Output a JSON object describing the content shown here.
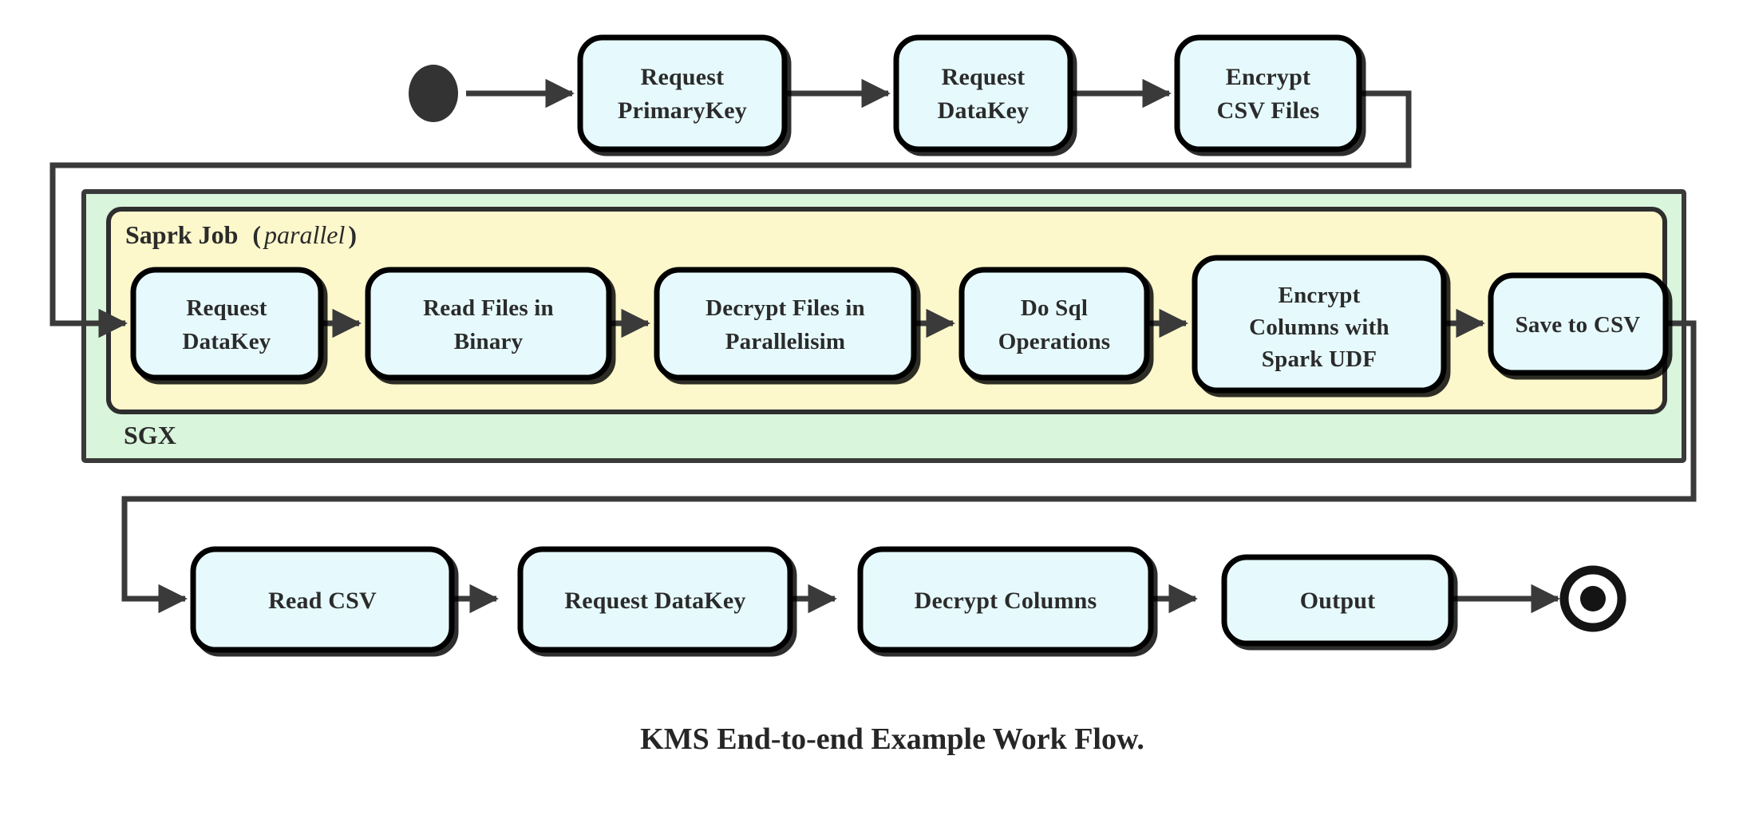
{
  "diagram": {
    "caption": "KMS End-to-end Example Work Flow.",
    "colors": {
      "node_fill": "#e6fafd",
      "node_stroke": "#000000",
      "sgx_fill": "#d9f5dc",
      "sgx_stroke": "#3a3a3a",
      "spark_fill": "#fcf8cc",
      "spark_stroke": "#3a3a3a",
      "edge": "#3a3a3a",
      "text": "#2b2b2b",
      "page_background": "#ffffff"
    },
    "start_node": {
      "name": "start",
      "shape": "filled-circle"
    },
    "end_node": {
      "name": "end",
      "shape": "double-circle-filled"
    },
    "groups": [
      {
        "id": "sgx",
        "label": "SGX",
        "fill": "#d9f5dc"
      },
      {
        "id": "spark",
        "label_bold": "Saprk Job",
        "label_italic": "parallel",
        "label_paren_open": "(",
        "label_paren_close": ")",
        "fill": "#fcf8cc"
      }
    ],
    "rows": {
      "top": {
        "nodes": [
          {
            "id": "request-primarykey",
            "lines": [
              "Request",
              "PrimaryKey"
            ]
          },
          {
            "id": "request-datakey-top",
            "lines": [
              "Request",
              "DataKey"
            ]
          },
          {
            "id": "encrypt-csv-files",
            "lines": [
              "Encrypt",
              "CSV Files"
            ]
          }
        ]
      },
      "middle": {
        "nodes": [
          {
            "id": "request-datakey-spark",
            "lines": [
              "Request",
              "DataKey"
            ]
          },
          {
            "id": "read-files-in-binary",
            "lines": [
              "Read Files in",
              "Binary"
            ]
          },
          {
            "id": "decrypt-files-in-parallelisim",
            "lines": [
              "Decrypt Files in",
              "Parallelisim"
            ]
          },
          {
            "id": "do-sql-operations",
            "lines": [
              "Do Sql",
              "Operations"
            ]
          },
          {
            "id": "encrypt-columns-with-spark-udf",
            "lines": [
              "Encrypt",
              "Columns with",
              "Spark UDF"
            ]
          },
          {
            "id": "save-to-csv",
            "lines": [
              "Save to CSV"
            ]
          }
        ]
      },
      "bottom": {
        "nodes": [
          {
            "id": "read-csv",
            "lines": [
              "Read CSV"
            ]
          },
          {
            "id": "request-datakey-bottom",
            "lines": [
              "Request DataKey"
            ]
          },
          {
            "id": "decrypt-columns",
            "lines": [
              "Decrypt Columns"
            ]
          },
          {
            "id": "output",
            "lines": [
              "Output"
            ]
          }
        ]
      }
    },
    "edges": [
      {
        "from": "start",
        "to": "request-primarykey"
      },
      {
        "from": "request-primarykey",
        "to": "request-datakey-top"
      },
      {
        "from": "request-datakey-top",
        "to": "encrypt-csv-files"
      },
      {
        "from": "encrypt-csv-files",
        "to": "request-datakey-spark",
        "routing": "loop-right-down-left"
      },
      {
        "from": "request-datakey-spark",
        "to": "read-files-in-binary"
      },
      {
        "from": "read-files-in-binary",
        "to": "decrypt-files-in-parallelisim"
      },
      {
        "from": "decrypt-files-in-parallelisim",
        "to": "do-sql-operations"
      },
      {
        "from": "do-sql-operations",
        "to": "encrypt-columns-with-spark-udf"
      },
      {
        "from": "encrypt-columns-with-spark-udf",
        "to": "save-to-csv"
      },
      {
        "from": "save-to-csv",
        "to": "read-csv",
        "routing": "loop-right-down-left"
      },
      {
        "from": "read-csv",
        "to": "request-datakey-bottom"
      },
      {
        "from": "request-datakey-bottom",
        "to": "decrypt-columns"
      },
      {
        "from": "decrypt-columns",
        "to": "output"
      },
      {
        "from": "output",
        "to": "end"
      }
    ]
  }
}
